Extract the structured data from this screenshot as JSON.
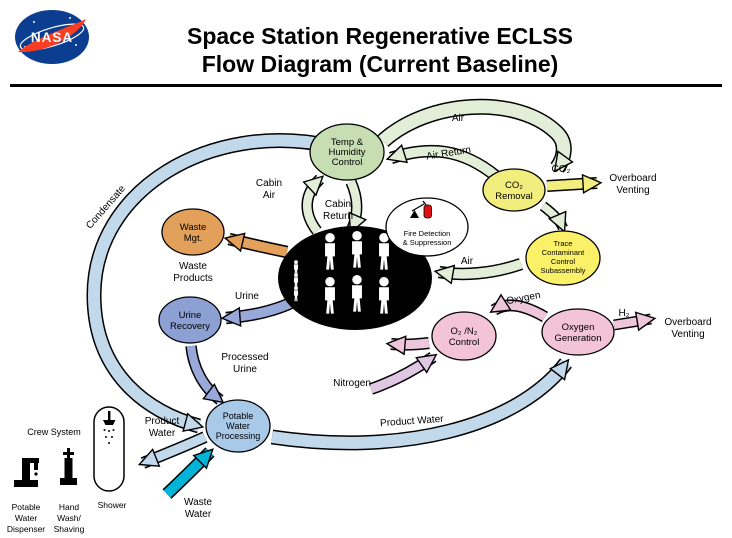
{
  "header": {
    "title_line1": "Space Station Regenerative ECLSS",
    "title_line2": "Flow Diagram (Current Baseline)"
  },
  "logo": {
    "text": "NASA"
  },
  "nodes": {
    "temp_humidity": {
      "lines": [
        "Temp &",
        "Humidity",
        "Control"
      ],
      "color": "#c7ddb2"
    },
    "co2_removal": {
      "lines": [
        "CO₂",
        "Removal"
      ],
      "color": "#f2ee7d"
    },
    "fire_detection": {
      "lines": [
        "Fire Detection",
        "& Suppression"
      ],
      "color": "#ffffff"
    },
    "trace_contaminant": {
      "lines": [
        "Trace",
        "Contaminant",
        "Control",
        "Subassembly"
      ],
      "color": "#faf169"
    },
    "waste_mgt": {
      "lines": [
        "Waste",
        "Mgt."
      ],
      "color": "#e2a05b"
    },
    "urine_recovery": {
      "lines": [
        "Urine",
        "Recovery"
      ],
      "color": "#8da0d4"
    },
    "o2_n2_control": {
      "lines": [
        "O₂ /N₂",
        "Control"
      ],
      "color": "#f3c3d8"
    },
    "oxygen_generation": {
      "lines": [
        "Oxygen",
        "Generation"
      ],
      "color": "#f3c3d8"
    },
    "potable_water": {
      "lines": [
        "Potable",
        "Water",
        "Processing"
      ],
      "color": "#a9c9e8"
    }
  },
  "flows": {
    "air_top": "Air",
    "air_return": "Air Return",
    "co2": "CO₂",
    "overboard_venting_top": [
      "Overboard",
      "Venting"
    ],
    "cabin_air": [
      "Cabin",
      "Air"
    ],
    "cabin_return": [
      "Cabin",
      "Return"
    ],
    "condensate": "Condensate",
    "waste_products": [
      "Waste",
      "Products"
    ],
    "urine": "Urine",
    "air_cabin_supply": "Air",
    "oxygen": "Oxygen",
    "hydrogen": "H₂",
    "overboard_venting_right": [
      "Overboard",
      "Venting"
    ],
    "processed_urine": [
      "Processed",
      "Urine"
    ],
    "nitrogen": "Nitrogen",
    "product_water_left": [
      "Product",
      "Water"
    ],
    "product_water": "Product Water",
    "waste_water": [
      "Waste",
      "Water"
    ]
  },
  "crew_system": {
    "title": "Crew System",
    "potable_dispenser": [
      "Potable",
      "Water",
      "Dispenser"
    ],
    "hand_wash": [
      "Hand",
      "Wash/",
      "Shaving"
    ],
    "shower": "Shower"
  },
  "colors": {
    "nasa_blue": "#0b3d91",
    "nasa_red": "#fc3d21",
    "air_arrow": "#e3eed9",
    "water_arrow": "#c2d9ec",
    "waste_water_arrow": "#00b4d8",
    "urine_arrow": "#98a8d8",
    "waste_arrow": "#e2a05b",
    "oxygen_arrow": "#eec6dc",
    "nitrogen_arrow": "#e0c8e4",
    "co2_arrow": "#f2ee7d"
  }
}
